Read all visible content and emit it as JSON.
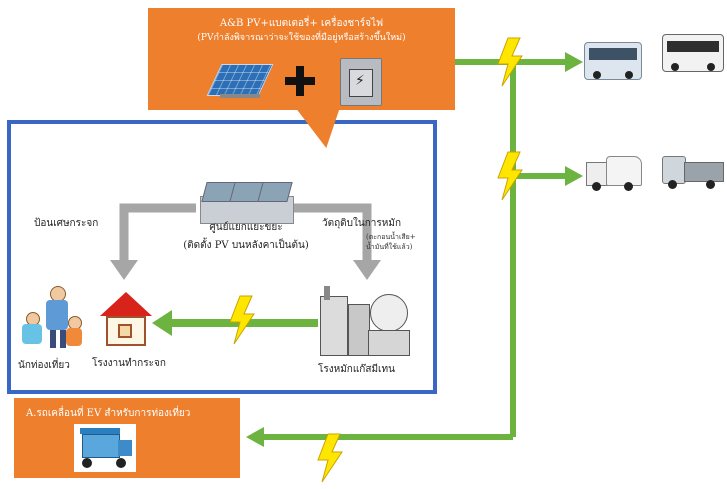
{
  "top_callout": {
    "line1": "A&B PV+แบตเตอรี่+ เครื่องชาร์จไฟ",
    "line2": "(PVกำลังพิจารณาว่าจะใช้ของที่มือยู่หรือสร้างขึ้นใหม่)"
  },
  "center": {
    "label1": "ศูนย์แยกแยะขยะ",
    "label2": "(ติดตั้ง PV บนหลังคาเป็นต้น)"
  },
  "left_arrow_label": "ป้อนเศษกระจก",
  "right_arrow_label": "วัตถุดิบในการหมัก",
  "right_arrow_sublabel1": "(ตะกอนน้ำเสีย+",
  "right_arrow_sublabel2": "น้ำมันที่ใช้แล้ว)",
  "glass_factory_label": "โรงงานทำกระจก",
  "tourists_label": "นักท่องเที่ยว",
  "methane_plant_label": "โรงหมักแก๊สมีเทน",
  "bottom_callout": {
    "label": "A.รถเคลื่อนที่ EV สำหรับการท่องเที่ยว"
  },
  "colors": {
    "orange": "#ee7f2d",
    "green": "#6db33f",
    "blue_frame": "#3a67c4",
    "gray_arrow": "#a6a6a6",
    "bolt": "#ffe600"
  }
}
